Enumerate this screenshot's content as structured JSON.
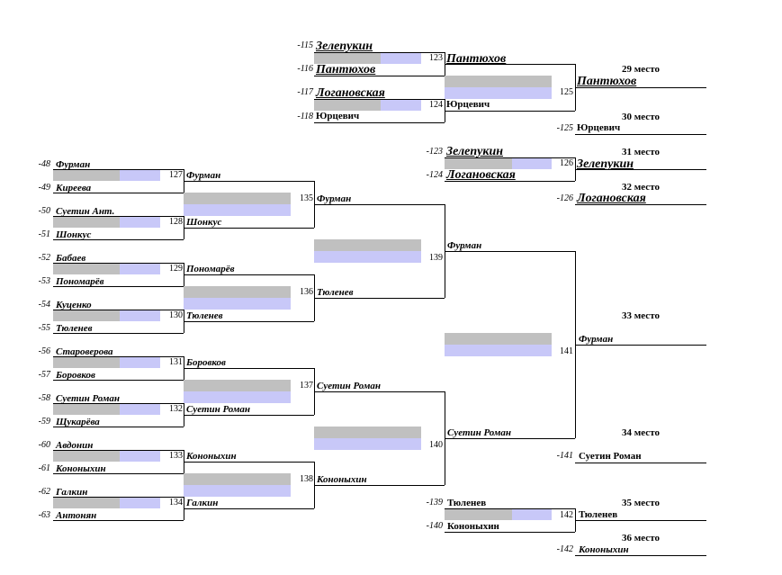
{
  "bracket": {
    "places": [
      {
        "title": "29 место",
        "winner": "Пантюхов"
      },
      {
        "title": "30 место",
        "winner": "Юрцевич",
        "seed": "-125"
      },
      {
        "title": "31 место",
        "winner": "Зелепукин"
      },
      {
        "title": "32 место",
        "winner": "Логановская",
        "seed": "-126"
      },
      {
        "title": "33 место",
        "winner": "Фурман"
      },
      {
        "title": "34 место",
        "winner": "Суетин Роман",
        "seed": "-141"
      },
      {
        "title": "35 место",
        "winner": "Тюленев"
      },
      {
        "title": "36 место",
        "winner": "Кононыхин",
        "seed": "-142"
      }
    ],
    "top": {
      "entries": [
        {
          "seed": "-115",
          "name": "Зелепукин"
        },
        {
          "seed": "-116",
          "name": "Пантюхов"
        },
        {
          "seed": "-117",
          "name": "Логановская"
        },
        {
          "seed": "-118",
          "name": "Юрцевич"
        }
      ],
      "m123": {
        "number": "123",
        "winner": "Пантюхов"
      },
      "m124": {
        "number": "124",
        "winner": "Юрцевич"
      },
      "m125": {
        "number": "125"
      },
      "m126": {
        "number": "126",
        "seeds": [
          "-123",
          "-124"
        ],
        "names": [
          "Зелепукин",
          "Логановская"
        ]
      }
    },
    "first_round": [
      {
        "number": "127",
        "seeds": [
          "-48",
          "-49"
        ],
        "names": [
          "Фурман",
          "Киреева"
        ],
        "winner": "Фурман"
      },
      {
        "number": "128",
        "seeds": [
          "-50",
          "-51"
        ],
        "names": [
          "Суетин Ант.",
          "Шонкус"
        ],
        "winner": "Шонкус"
      },
      {
        "number": "129",
        "seeds": [
          "-52",
          "-53"
        ],
        "names": [
          "Бабаев",
          "Пономарёв"
        ],
        "winner": "Пономарёв"
      },
      {
        "number": "130",
        "seeds": [
          "-54",
          "-55"
        ],
        "names": [
          "Куценко",
          "Тюленев"
        ],
        "winner": "Тюленев"
      },
      {
        "number": "131",
        "seeds": [
          "-56",
          "-57"
        ],
        "names": [
          "Староверова",
          "Боровков"
        ],
        "winner": "Боровков"
      },
      {
        "number": "132",
        "seeds": [
          "-58",
          "-59"
        ],
        "names": [
          "Суетин Роман",
          "Щукарёва"
        ],
        "winner": "Суетин Роман"
      },
      {
        "number": "133",
        "seeds": [
          "-60",
          "-61"
        ],
        "names": [
          "Авдонин",
          "Кононыхин"
        ],
        "winner": "Кононыхин"
      },
      {
        "number": "134",
        "seeds": [
          "-62",
          "-63"
        ],
        "names": [
          "Галкин",
          "Антонян"
        ],
        "winner": "Галкин"
      }
    ],
    "second_round": [
      {
        "number": "135",
        "winner": "Фурман"
      },
      {
        "number": "136",
        "winner": "Тюленев"
      },
      {
        "number": "137",
        "winner": "Суетин Роман"
      },
      {
        "number": "138",
        "winner": "Кононыхин"
      }
    ],
    "third_round": [
      {
        "number": "139",
        "winner": "Фурман"
      },
      {
        "number": "140",
        "winner": "Суетин Роман"
      }
    ],
    "final_141": {
      "number": "141"
    },
    "m142": {
      "number": "142",
      "seeds": [
        "-139",
        "-140"
      ],
      "names": [
        "Тюленев",
        "Кононыхин"
      ]
    }
  },
  "colors": {
    "line": "#000000",
    "bar_gray": "#c0c0c0",
    "bar_blue": "#c8c8f8"
  }
}
